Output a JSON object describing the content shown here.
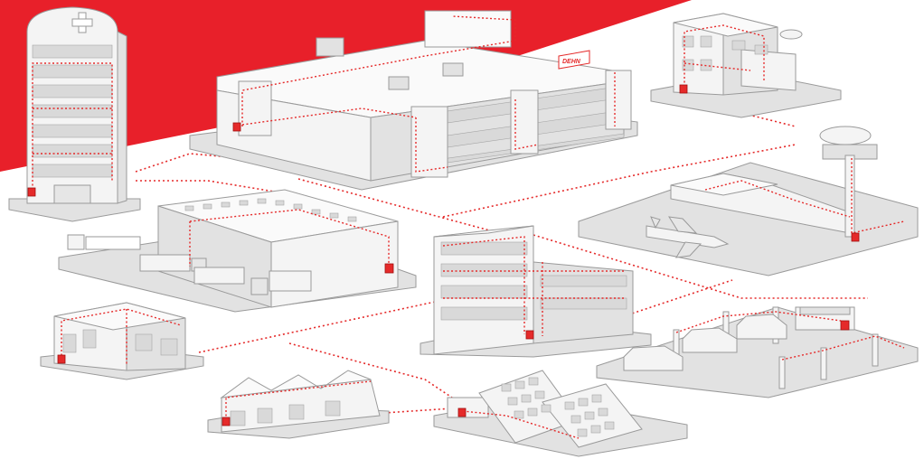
{
  "logo": {
    "text": "DEHN"
  },
  "colors": {
    "accent_red": "#e8202a",
    "connection_line": "#e52a2a",
    "building_fill": "#f4f4f4",
    "building_shade": "#e2e2e2",
    "outline": "#9a9a9a",
    "glass": "#d9d9d9"
  },
  "scene": {
    "buildings": [
      {
        "id": "hospital-tower",
        "icon": "hospital-cross-icon"
      },
      {
        "id": "industrial-plant",
        "icon": "factory-icon"
      },
      {
        "id": "residential-villa",
        "icon": "house-icon"
      },
      {
        "id": "airport",
        "icon": "airplane-icon"
      },
      {
        "id": "logistics-warehouse",
        "icon": "truck-icon"
      },
      {
        "id": "office-complex",
        "icon": "office-icon"
      },
      {
        "id": "small-building",
        "icon": "building-icon"
      },
      {
        "id": "ev-charging-lot",
        "icon": "charging-station-icon"
      },
      {
        "id": "workshop-shed",
        "icon": "shed-icon"
      },
      {
        "id": "solar-park",
        "icon": "solar-panel-icon"
      }
    ]
  }
}
